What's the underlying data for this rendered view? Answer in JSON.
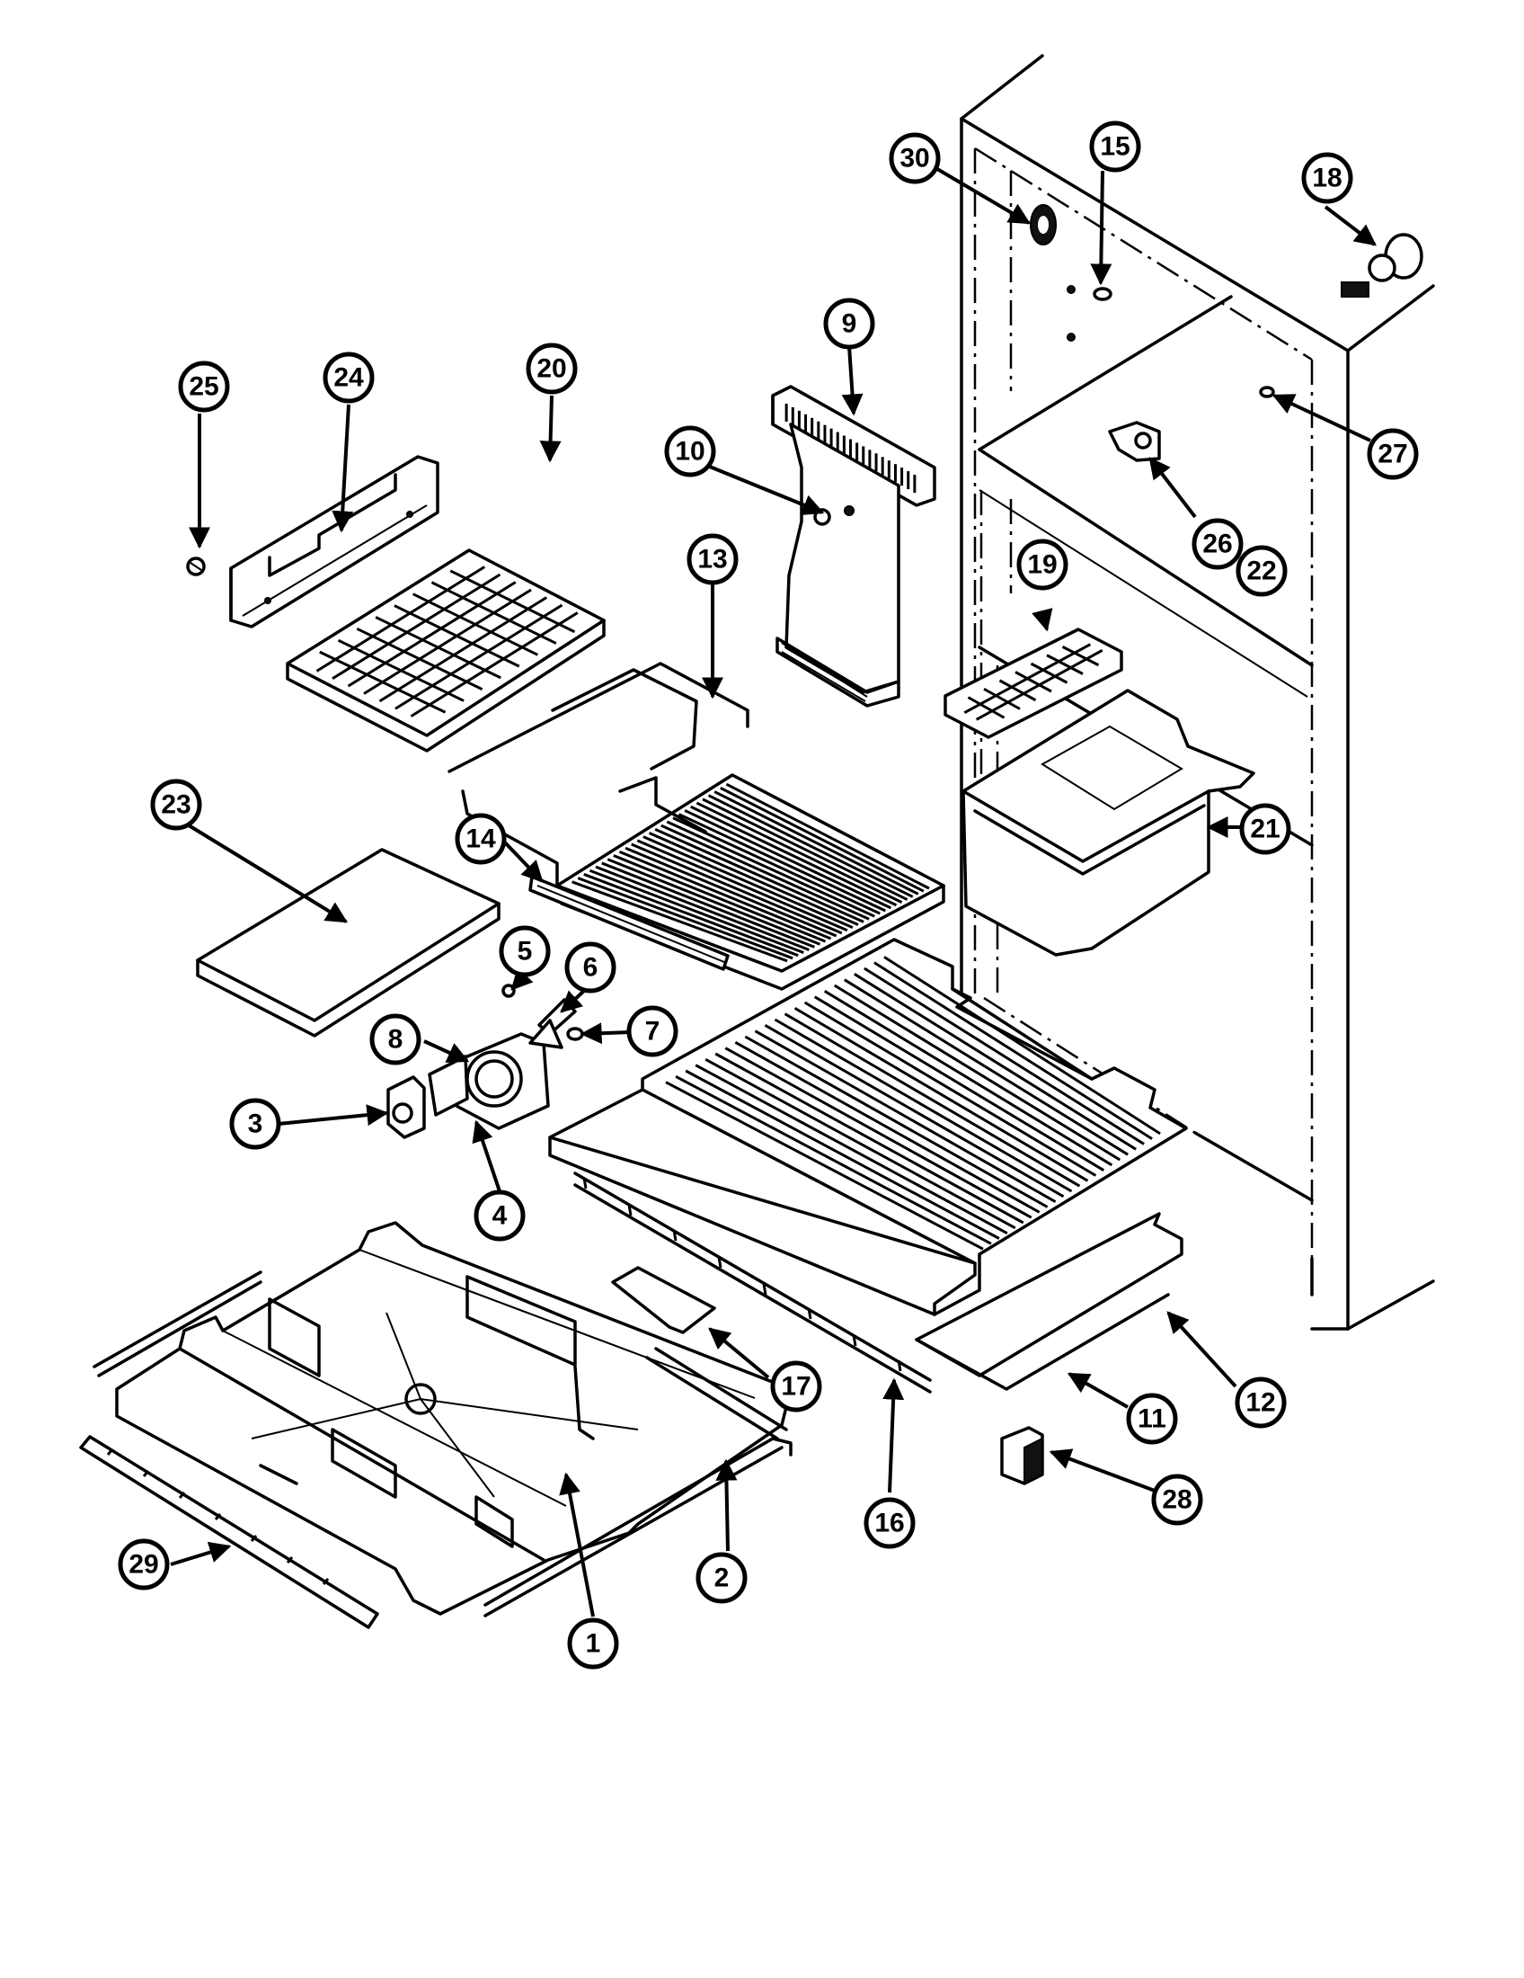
{
  "diagram": {
    "callouts": [
      {
        "id": "c1",
        "label": "1"
      },
      {
        "id": "c2",
        "label": "2"
      },
      {
        "id": "c3",
        "label": "3"
      },
      {
        "id": "c4",
        "label": "4"
      },
      {
        "id": "c5",
        "label": "5"
      },
      {
        "id": "c6",
        "label": "6"
      },
      {
        "id": "c7",
        "label": "7"
      },
      {
        "id": "c8",
        "label": "8"
      },
      {
        "id": "c9",
        "label": "9"
      },
      {
        "id": "c10",
        "label": "10"
      },
      {
        "id": "c11",
        "label": "11"
      },
      {
        "id": "c12",
        "label": "12"
      },
      {
        "id": "c13",
        "label": "13"
      },
      {
        "id": "c14",
        "label": "14"
      },
      {
        "id": "c15",
        "label": "15"
      },
      {
        "id": "c16",
        "label": "16"
      },
      {
        "id": "c17",
        "label": "17"
      },
      {
        "id": "c18",
        "label": "18"
      },
      {
        "id": "c19",
        "label": "19"
      },
      {
        "id": "c20",
        "label": "20"
      },
      {
        "id": "c21",
        "label": "21"
      },
      {
        "id": "c22",
        "label": "22"
      },
      {
        "id": "c23",
        "label": "23"
      },
      {
        "id": "c24",
        "label": "24"
      },
      {
        "id": "c25",
        "label": "25"
      },
      {
        "id": "c26",
        "label": "26"
      },
      {
        "id": "c27",
        "label": "27"
      },
      {
        "id": "c28",
        "label": "28"
      },
      {
        "id": "c29",
        "label": "29"
      },
      {
        "id": "c30",
        "label": "30"
      }
    ]
  }
}
